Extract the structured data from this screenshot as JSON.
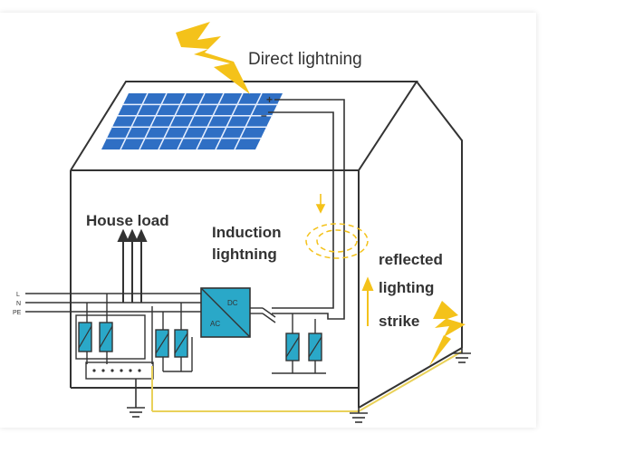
{
  "labels": {
    "direct": "Direct lightning",
    "house_load": "House load",
    "induction_line1": "Induction",
    "induction_line2": "lightning",
    "reflected_line1": "reflected",
    "reflected_line2": "lighting",
    "reflected_line3": "strike",
    "plus": "+",
    "minus": "–",
    "L": "L",
    "N": "N",
    "PE": "PE",
    "dc": "DC",
    "ac": "AC"
  },
  "colors": {
    "line": "#333333",
    "panel": "#2f6fc4",
    "panel_grid": "#e8f0ff",
    "inverter": "#2aa8c8",
    "spd": "#2aa8c8",
    "lightning": "#f4c21a",
    "ground_wire": "#e9d15a"
  },
  "icons": [
    "lightning-bolt-icon",
    "solar-panel-icon",
    "inverter-icon",
    "surge-protector-icon",
    "ground-icon",
    "arrow-up-icon",
    "arrow-down-icon"
  ]
}
